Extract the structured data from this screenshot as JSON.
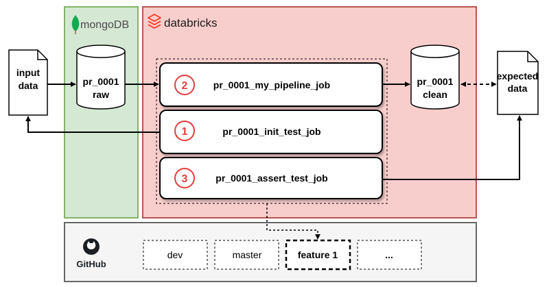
{
  "mongo": {
    "label": "mongoDB",
    "bg": "#d5e8d4",
    "border": "#82b366",
    "leaf": "#13aa52"
  },
  "databricks": {
    "label": "databricks",
    "bg": "#f8cecc",
    "border": "#b85450",
    "logo": "#ff3621"
  },
  "github": {
    "label": "GitHub",
    "bg": "#f5f5f5",
    "border": "#666666"
  },
  "docs": {
    "input": [
      "input",
      "data"
    ],
    "expected": [
      "expected",
      "data"
    ]
  },
  "databases": {
    "raw": [
      "pr_0001",
      "raw"
    ],
    "clean": [
      "pr_0001",
      "clean"
    ]
  },
  "jobs": [
    {
      "number": "2",
      "label": "pr_0001_my_pipeline_job"
    },
    {
      "number": "1",
      "label": "pr_0001_init_test_job"
    },
    {
      "number": "3",
      "label": "pr_0001_assert_test_job"
    }
  ],
  "branches": [
    {
      "label": "dev",
      "selected": false
    },
    {
      "label": "master",
      "selected": false
    },
    {
      "label": "feature 1",
      "selected": true
    },
    {
      "label": "...",
      "selected": false
    }
  ],
  "accent": "#e83b3b"
}
